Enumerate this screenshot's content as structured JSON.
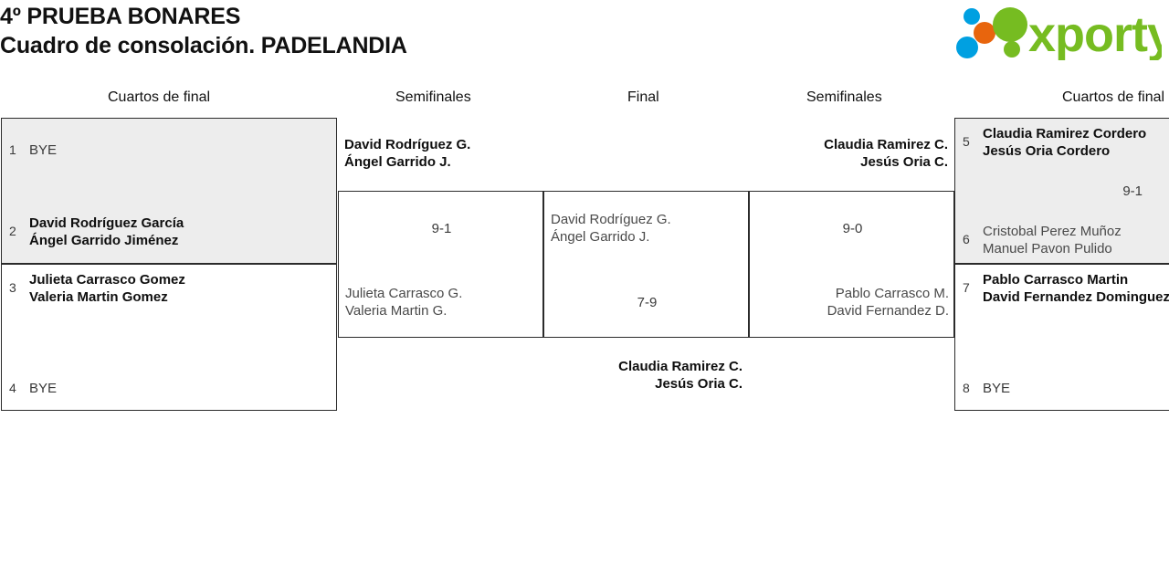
{
  "header": {
    "title_line1": "4º PRUEBA BONARES",
    "title_line2": "Cuadro de consolación. PADELANDIA",
    "logo_text": "xporty",
    "logo_colors": {
      "green": "#76bc21",
      "blue": "#00a0e1",
      "orange": "#e8650d"
    }
  },
  "columns": [
    {
      "label": "Cuartos de final"
    },
    {
      "label": "Semifinales"
    },
    {
      "label": "Final"
    },
    {
      "label": "Semifinales"
    },
    {
      "label": "Cuartos de final"
    }
  ],
  "bracket": {
    "left_quarterfinals": [
      {
        "match": "left-qf-top",
        "top": {
          "seed": "1",
          "bye": "BYE",
          "players": []
        },
        "bottom": {
          "seed": "2",
          "players": [
            "David Rodríguez García",
            "Ángel Garrido Jiménez"
          ]
        },
        "score": ""
      },
      {
        "match": "left-qf-bottom",
        "top": {
          "seed": "3",
          "players": [
            "Julieta Carrasco Gomez",
            "Valeria Martin Gomez"
          ]
        },
        "bottom": {
          "seed": "4",
          "bye": "BYE",
          "players": []
        },
        "score": ""
      }
    ],
    "left_semifinal": {
      "winner": [
        "David Rodríguez G.",
        "Ángel Garrido J."
      ],
      "loser": [
        "Julieta Carrasco G.",
        "Valeria Martin G."
      ],
      "score": "9-1"
    },
    "final": {
      "top": [
        "David Rodríguez G.",
        "Ángel Garrido J."
      ],
      "bottom": [
        "Claudia Ramirez C.",
        "Jesús Oria C."
      ],
      "score": "7-9"
    },
    "right_semifinal": {
      "winner": [
        "Claudia Ramirez C.",
        "Jesús Oria C."
      ],
      "loser": [
        "Pablo Carrasco M.",
        "David Fernandez D."
      ],
      "score": "9-0"
    },
    "right_quarterfinals": [
      {
        "match": "right-qf-top",
        "top": {
          "seed": "5",
          "players": [
            "Claudia Ramirez Cordero",
            "Jesús Oria Cordero"
          ]
        },
        "bottom": {
          "seed": "6",
          "players": [
            "Cristobal Perez Muñoz",
            "Manuel Pavon Pulido"
          ]
        },
        "score": "9-1"
      },
      {
        "match": "right-qf-bottom",
        "top": {
          "seed": "7",
          "players": [
            "Pablo Carrasco Martin",
            "David Fernandez Dominguez"
          ]
        },
        "bottom": {
          "seed": "8",
          "bye": "BYE",
          "players": []
        },
        "score": ""
      }
    ]
  }
}
